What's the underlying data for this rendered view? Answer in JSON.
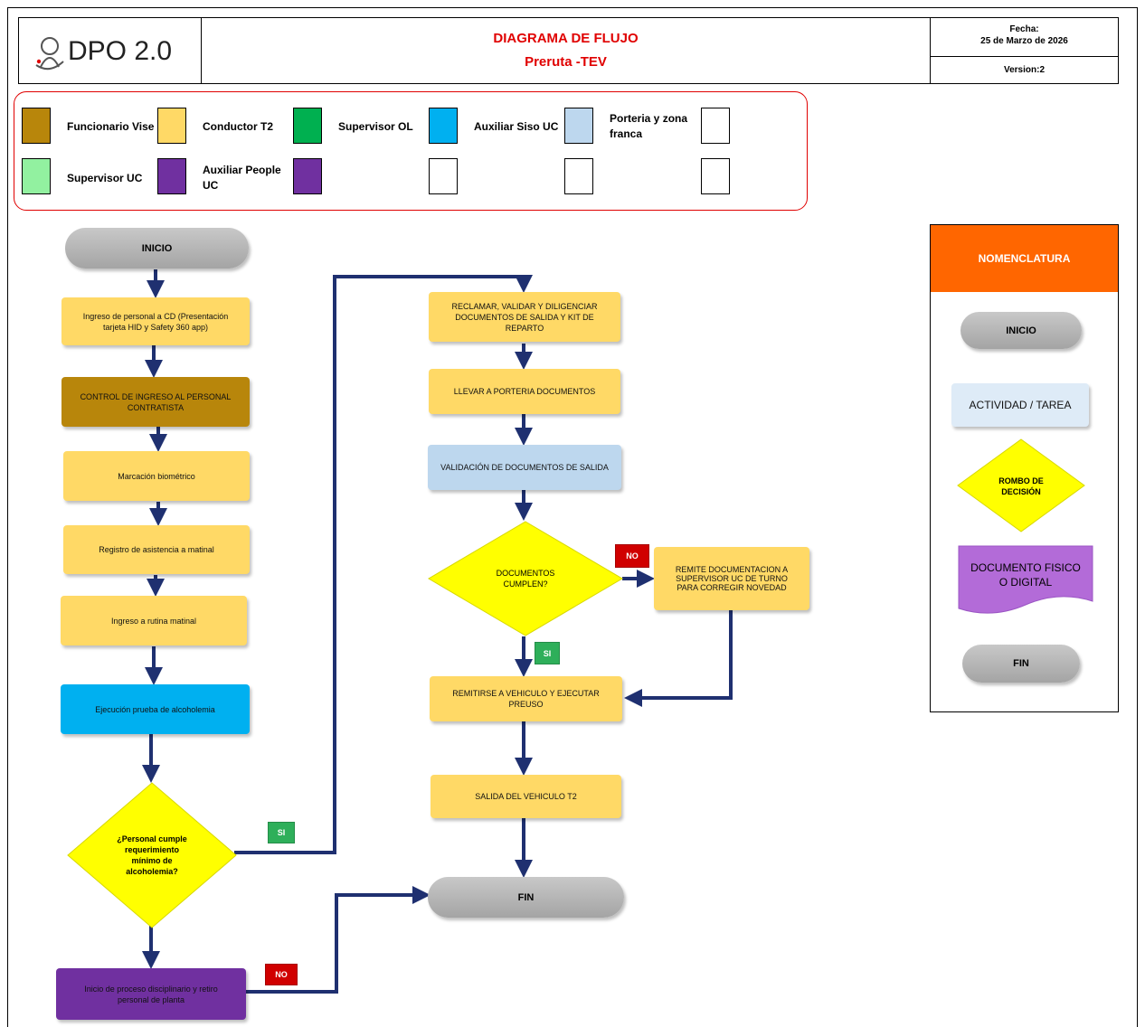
{
  "header": {
    "logo_text": "DPO 2.0",
    "title_line1": "DIAGRAMA DE FLUJO",
    "title_line2": "Preruta -TEV",
    "fecha_label": "Fecha:",
    "fecha_value": "25 de Marzo  de 2026",
    "version": "Version:2"
  },
  "legend": {
    "items": [
      {
        "label": "Funcionario Vise",
        "color": "#b8860b"
      },
      {
        "label": "Conductor T2",
        "color": "#ffd966"
      },
      {
        "label": "Supervisor OL",
        "color": "#00b050"
      },
      {
        "label": "Auxiliar Siso UC",
        "color": "#00b0f0"
      },
      {
        "label": "Porteria y zona franca",
        "color": "#bdd7ee"
      },
      {
        "label": "",
        "color": "#ffffff"
      },
      {
        "label": "Supervisor UC",
        "color": "#92f1a0"
      },
      {
        "label": "Auxiliar People UC",
        "color": "#7030a0"
      },
      {
        "label": "",
        "color": "#7030a0"
      },
      {
        "label": "",
        "color": "#ffffff"
      },
      {
        "label": "",
        "color": "#ffffff"
      },
      {
        "label": "",
        "color": "#ffffff"
      }
    ]
  },
  "flow": {
    "inicio": "INICIO",
    "s1": "Ingreso de personal a CD (Presentación tarjeta HID y Safety 360 app)",
    "s2": "CONTROL DE INGRESO AL PERSONAL CONTRATISTA",
    "s3": "Marcación biométrico",
    "s4": "Registro de asistencia a matinal",
    "s5": "Ingreso a rutina matinal",
    "s6": "Ejecución prueba de alcoholemia",
    "d1": "¿Personal cumple requerimiento mínimo de alcoholemia?",
    "d1_yes": "SI",
    "d1_no": "NO",
    "s7": "Inicio de proceso disciplinario y retiro personal de planta",
    "r1": "RECLAMAR, VALIDAR Y DILIGENCIAR DOCUMENTOS DE SALIDA Y KIT DE REPARTO",
    "r2": "LLEVAR A PORTERIA DOCUMENTOS",
    "r3": "VALIDACIÓN DE DOCUMENTOS DE SALIDA",
    "d2": "DOCUMENTOS CUMPLEN?",
    "d2_no": "NO",
    "d2_yes": "SI",
    "n1": "REMITE DOCUMENTACION A SUPERVISOR UC DE TURNO PARA CORREGIR NOVEDAD",
    "r4": "REMITIRSE A VEHICULO Y EJECUTAR PREUSO",
    "r5": "SALIDA DEL VEHICULO T2",
    "fin": "FIN"
  },
  "nomenclatura": {
    "title": "NOMENCLATURA",
    "inicio": "INICIO",
    "actividad": "ACTIVIDAD / TAREA",
    "rombo": "ROMBO DE DECISIÓN",
    "documento": "DOCUMENTO FISICO O DIGITAL",
    "fin": "FIN"
  },
  "colors": {
    "accent_red": "#e00000",
    "arrow": "#1f3070",
    "nomenclatura_header": "#ff6600",
    "decision": "#ffff00"
  }
}
